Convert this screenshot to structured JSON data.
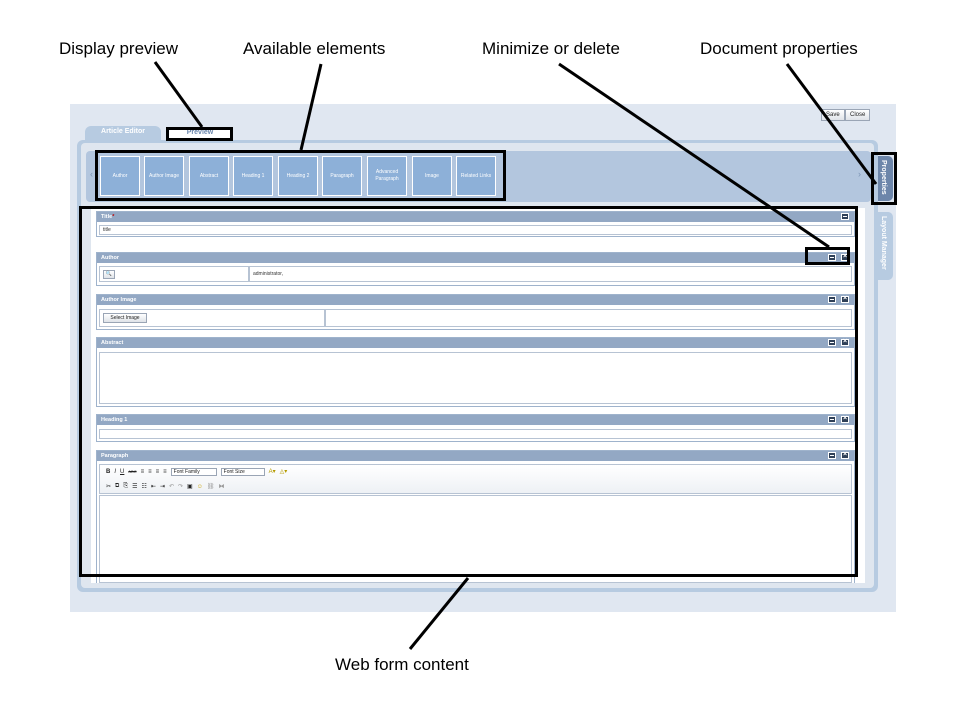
{
  "callouts": {
    "display_preview": "Display preview",
    "available_elements": "Available elements",
    "minimize_or_delete": "Minimize or delete",
    "document_properties": "Document properties",
    "web_form_content": "Web form content"
  },
  "toolbar": {
    "save": "Save",
    "close": "Close"
  },
  "tabs": {
    "article_editor": "Article Editor",
    "preview": "Preview"
  },
  "side_tabs": {
    "properties": "Properties",
    "layout_manager": "Layout Manager"
  },
  "elements": [
    {
      "label": "Author"
    },
    {
      "label": "Author Image"
    },
    {
      "label": "Abstract"
    },
    {
      "label": "Heading 1"
    },
    {
      "label": "Heading 2"
    },
    {
      "label": "Paragraph"
    },
    {
      "label": "Advanced Paragraph"
    },
    {
      "label": "Image"
    },
    {
      "label": "Related Links"
    }
  ],
  "arrows": {
    "left": "‹",
    "right": "›"
  },
  "sections": {
    "title": {
      "label": "Title",
      "required_mark": "*",
      "value": "title"
    },
    "author": {
      "label": "Author",
      "value": "administrator,",
      "search_icon": "🔍"
    },
    "author_image": {
      "label": "Author Image",
      "button": "Select Image"
    },
    "abstract": {
      "label": "Abstract"
    },
    "heading1": {
      "label": "Heading 1"
    },
    "paragraph": {
      "label": "Paragraph",
      "font_family": "Font Family",
      "font_size": "Font Size",
      "format_buttons": [
        "B",
        "I",
        "U",
        "ABC"
      ],
      "align_icons": [
        "≡",
        "≡",
        "≡",
        "≡"
      ],
      "edit_icons": [
        "✂",
        "⧉",
        "⎘"
      ],
      "list_icons": [
        "☰",
        "☷",
        "⇤",
        "⇥"
      ],
      "misc_icons": [
        "↶",
        "↷",
        "▣",
        "☺",
        "⛓",
        "⧓"
      ]
    }
  }
}
